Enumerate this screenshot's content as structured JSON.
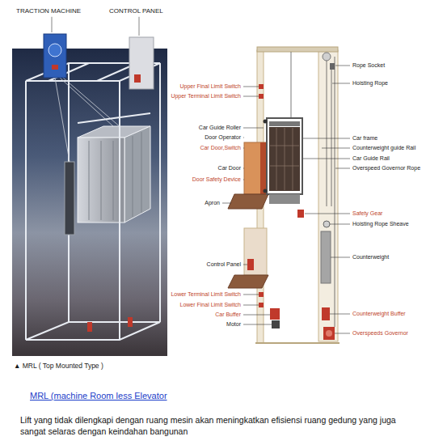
{
  "diagram": {
    "caption": "▲ MRL ( Top Mounted Type )",
    "labels": [
      "TRACTION MACHINE",
      "CONTROL PANEL",
      "Rope Socket",
      "Hoisting Rope",
      "Upper Final Limit Switch",
      "Upper Terminal Limit Switch",
      "Car Guide Roller",
      "Car frame",
      "Door Operator",
      "Counterweight guide Rail",
      "Car Door,Switch",
      "Car Guide Rail",
      "Car Door",
      "Overspeed Governor Rope",
      "Door Safety Device",
      "Apron",
      "Safety Gear",
      "Hoisting Rope Sheave",
      "Control Panel",
      "Counterweight",
      "Lower Terminal Limit Switch",
      "Lower Final Limit Switch",
      "Car Buffer",
      "Counterweight Buffer",
      "Motor",
      "Overspeeds Governor",
      "MRL (machine Room less Elevator",
      "Lift yang tidak dilengkapi dengan ruang mesin akan meningkatkan efisiensi ruang gedung yang juga sangat selaras dengan keindahan bangunan"
    ]
  }
}
